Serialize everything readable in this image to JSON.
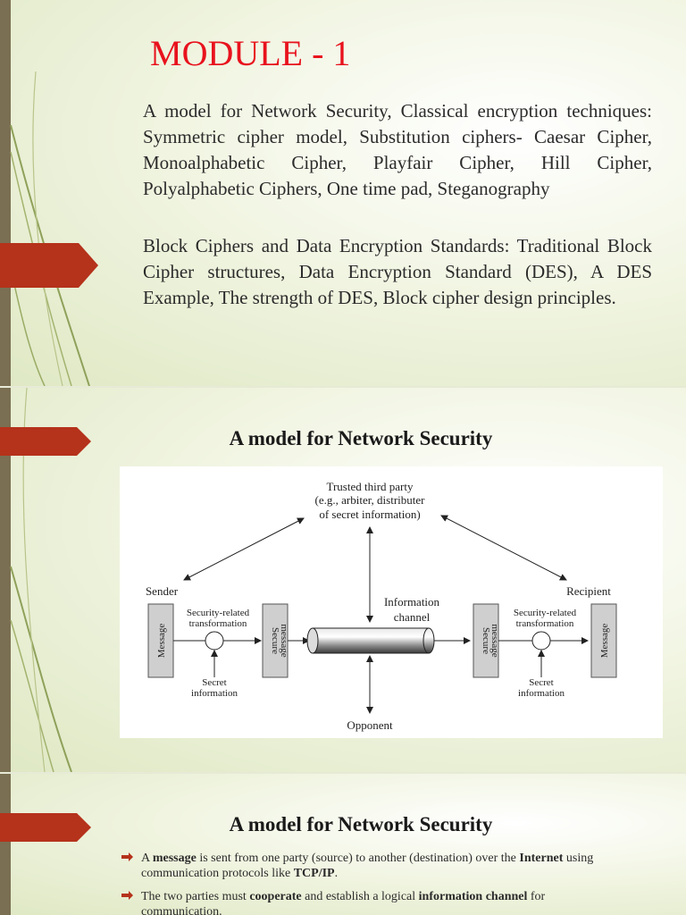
{
  "slide1": {
    "title": "MODULE - 1",
    "paragraph1": "A model for Network Security, Classical encryption techniques: Symmetric cipher model, Substitution ciphers- Caesar Cipher, Monoalphabetic Cipher, Playfair Cipher, Hill Cipher, Polyalphabetic Ciphers, One time pad, Steganography",
    "paragraph2": "Block Ciphers and Data Encryption Standards: Traditional Block Cipher structures, Data Encryption Standard (DES), A DES Example, The strength of DES, Block cipher design principles."
  },
  "slide2": {
    "heading": "A model for Network Security",
    "diagram": {
      "trusted_line1": "Trusted third party",
      "trusted_line2": "(e.g., arbiter, distributer",
      "trusted_line3": "of secret information)",
      "sender": "Sender",
      "recipient": "Recipient",
      "message": "Message",
      "secure_line1": "Secure",
      "secure_line2": "message",
      "transform_line1": "Security-related",
      "transform_line2": "transformation",
      "secret_line1": "Secret",
      "secret_line2": "information",
      "channel_line1": "Information",
      "channel_line2": "channel",
      "opponent": "Opponent"
    }
  },
  "slide3": {
    "heading": "A model for Network Security",
    "bullets": [
      {
        "parts": [
          {
            "text": "A ",
            "bold": false
          },
          {
            "text": "message",
            "bold": true
          },
          {
            "text": " is sent from one party (source) to another (destination) over the ",
            "bold": false
          },
          {
            "text": "Internet",
            "bold": true
          },
          {
            "text": " using communication protocols like ",
            "bold": false
          },
          {
            "text": "TCP/IP",
            "bold": true
          },
          {
            "text": ".",
            "bold": false
          }
        ]
      },
      {
        "parts": [
          {
            "text": "The two parties must ",
            "bold": false
          },
          {
            "text": "cooperate",
            "bold": true
          },
          {
            "text": " and establish a logical ",
            "bold": false
          },
          {
            "text": "information channel",
            "bold": true
          },
          {
            "text": " for communication.",
            "bold": false
          }
        ]
      }
    ]
  },
  "colors": {
    "title_red": "#e8121d",
    "tab_red": "#b5321b",
    "left_bar": "#7a6f52",
    "swoosh_green": "#8fa15a"
  }
}
